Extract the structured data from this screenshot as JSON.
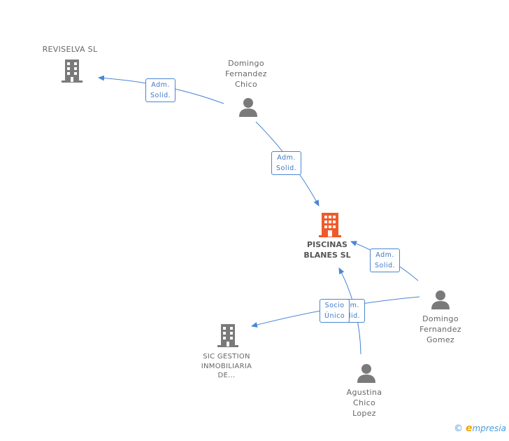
{
  "nodes": {
    "reviselva": {
      "label": "REVISELVA SL"
    },
    "domingo_chico": {
      "label": "Domingo\nFernandez\nChico"
    },
    "piscinas": {
      "label": "PISCINAS\nBLANES SL"
    },
    "domingo_gomez": {
      "label": "Domingo\nFernandez\nGomez"
    },
    "sic": {
      "label": "SIC GESTION\nINMOBILIARIA\nDE..."
    },
    "agustina": {
      "label": "Agustina\nChico\nLopez"
    }
  },
  "edges": {
    "adm1": "Adm.\nSolid.",
    "adm2": "Adm.\nSolid.",
    "adm3": "Adm.\nSolid.",
    "adm4": "Adm.\nSolid.",
    "socio": "Socio\nÚnico"
  },
  "colors": {
    "line": "#4a86d4",
    "main_company": "#f05a28",
    "company": "#7a7a7a",
    "person": "#7a7a7a"
  },
  "footer": {
    "copyright": "©",
    "brand_initial": "e",
    "brand_rest": "mpresia"
  }
}
